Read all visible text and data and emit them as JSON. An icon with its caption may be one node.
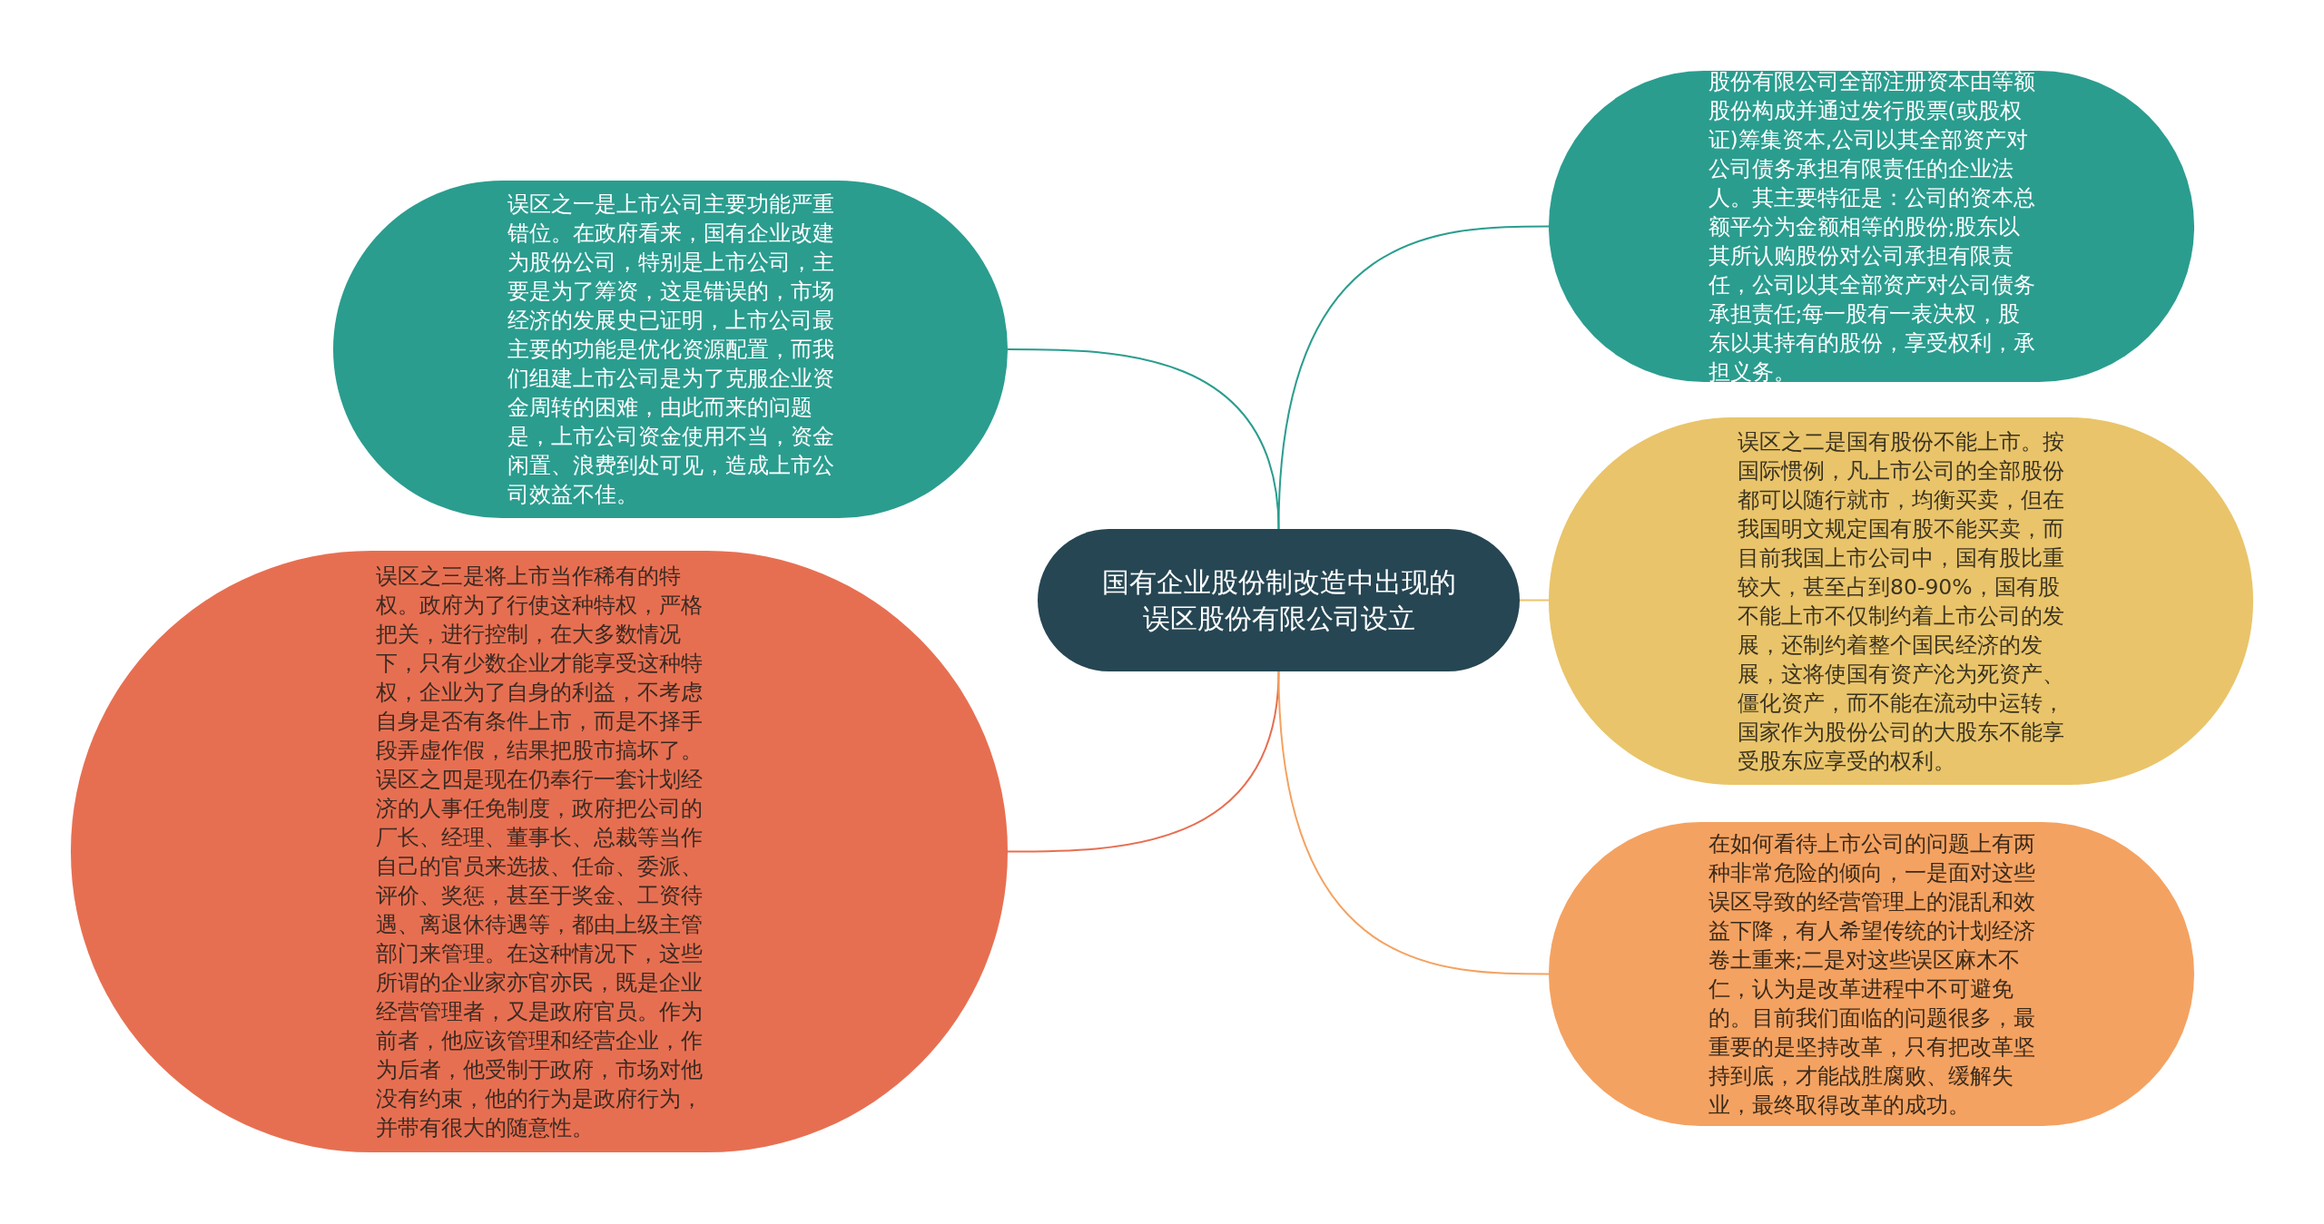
{
  "diagram": {
    "nodes": [
      {
        "text": [
          "国有企业股份制改造中出现的误区股份有限公司设立"
        ]
      },
      {
        "text": [
          "误区之一是上市公司主要功能严重错位。在政府看来，国有企业改建为股份公司，特别是上市公司，主要是为了筹资，这是错误的，市场经济的发展史已证明，上市公司最主要的功能是优化资源配置，而我们组建上市公司是为了克服企业资金周转的困难，由此而来的问题是，上市公司资金使用不当，资金闲置、浪费到处可见，造成上市公司效益不佳。"
        ]
      },
      {
        "text": [
          "误区之三是将上市当作稀有的特权。政府为了行使这种特权，严格把关，进行控制，在大多数情况下，只有少数企业才能享受这种特权，企业为了自身的利益，不考虑自身是否有条件上市，而是不择手段弄虚作假，结果把股市搞坏了。误区之四是现在仍奉行一套计划经济的人事任免制度，政府把公司的厂长、经理、董事长、总裁等当作自己的官员来选拔、任命、委派、评价、奖惩，甚至于奖金、工资待遇、离退休待遇等，都由上级主管部门来管理。在这种情况下，这些所谓的企业家亦官亦民，既是企业经营管理者，又是政府官员。作为前者，他应该管理和经营企业，作为后者，他受制于政府，市场对他没有约束，他的行为是政府行为，并带有很大的随意性。"
        ]
      },
      {
        "text": [
          "股份有限公司全部注册资本由等额股份构成并通过发行股票(或股权证)筹集资本,公司以其全部资产对公司债务承担有限责任的企业法人。其主要特征是：公司的资本总额平分为金额相等的股份;股东以其所认购股份对公司承担有限责任，公司以其全部资产对公司债务承担责任;每一股有一表决权，股东以其持有的股份，享受权利，承担义务。"
        ]
      },
      {
        "text": [
          "误区之二是国有股份不能上市。按国际惯例，凡上市公司的全部股份都可以随行就市，均衡买卖，但在我国明文规定国有股不能买卖，而目前我国上市公司中，国有股比重较大，甚至占到80-90%，国有股不能上市不仅制约着上市公司的发展，还制约着整个国民经济的发展，这将使国有资产沦为死资产、僵化资产，而不能在流动中运转，国家作为股份公司的大股东不能享受股东应享受的权利。"
        ]
      },
      {
        "text": [
          "在如何看待上市公司的问题上有两种非常危险的倾向，一是面对这些误区导致的经营管理上的混乱和效益下降，有人希望传统的计划经济卷土重来;二是对这些误区麻木不仁，认为是改革进程中不可避免的。目前我们面临的问题很多，最重要的是坚持改革，只有把改革坚持到底，才能战胜腐败、缓解失业，最终取得改革的成功。"
        ]
      }
    ],
    "edges": [
      {
        "from": 0,
        "to": 1,
        "arrow": "none",
        "color": "#2a9d8f"
      },
      {
        "from": 0,
        "to": 2,
        "arrow": "none",
        "color": "#e76f51"
      },
      {
        "from": 0,
        "to": 3,
        "arrow": "none",
        "color": "#2a9d8f"
      },
      {
        "from": 0,
        "to": 4,
        "arrow": "none",
        "color": "#e9c46a"
      },
      {
        "from": 0,
        "to": 5,
        "arrow": "none",
        "color": "#f4a261"
      }
    ]
  }
}
